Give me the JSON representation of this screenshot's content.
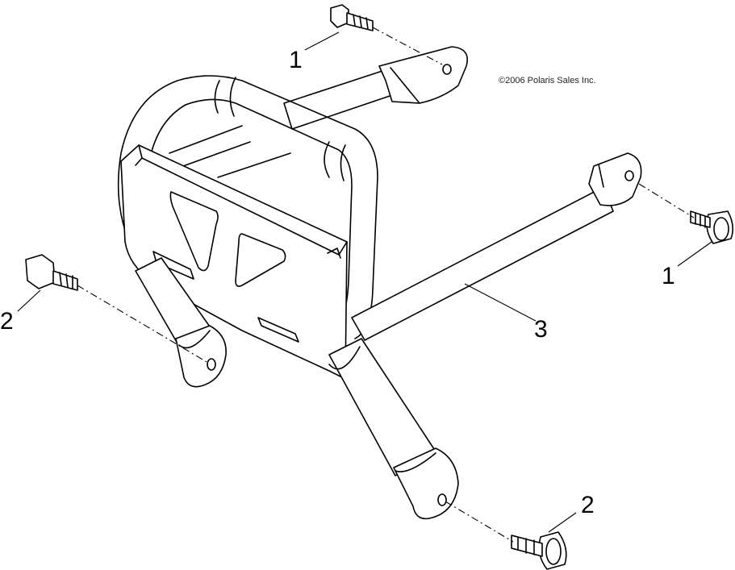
{
  "copyright": "©2006 Polaris Sales Inc.",
  "callouts": [
    {
      "id": "bolt-top-left",
      "label": "1"
    },
    {
      "id": "bolt-right",
      "label": "1"
    },
    {
      "id": "bolt-left",
      "label": "2"
    },
    {
      "id": "bolt-bottom",
      "label": "2"
    },
    {
      "id": "bumper-assembly",
      "label": "3"
    }
  ]
}
